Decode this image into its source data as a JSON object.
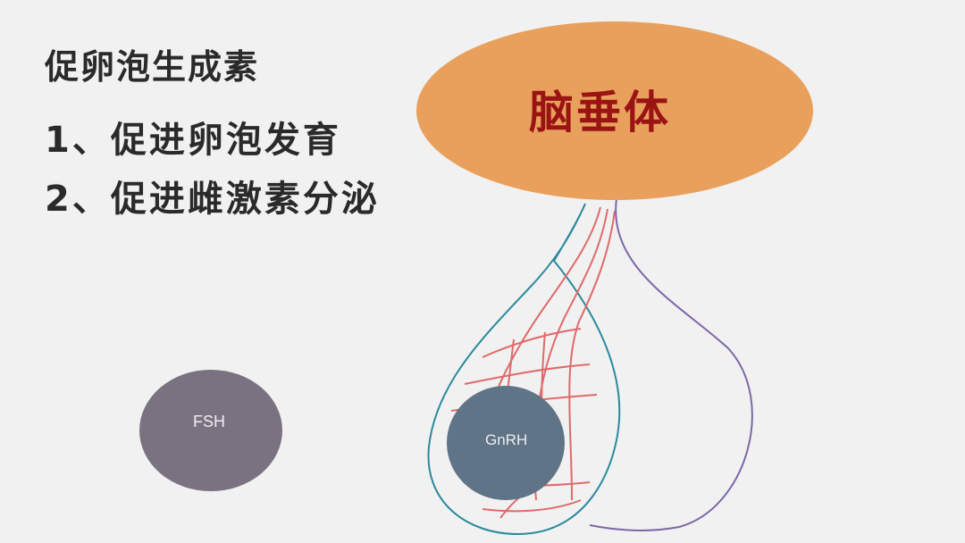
{
  "heading": "促卵泡生成素",
  "points": [
    "1、促进卵泡发育",
    "2、促进雌激素分泌"
  ],
  "diagram": {
    "pituitary_label": "脑垂体",
    "fsh_label": "FSH",
    "gnrh_label": "GnRH"
  },
  "colors": {
    "pituitary_fill": "#e8a05c",
    "pituitary_text": "#9a1414",
    "fsh_fill": "#7b7281",
    "gnrh_fill": "#5f7486",
    "anterior_outline": "#2a8a9c",
    "posterior_outline": "#7a68a8",
    "vessels": "#e06a6a"
  }
}
